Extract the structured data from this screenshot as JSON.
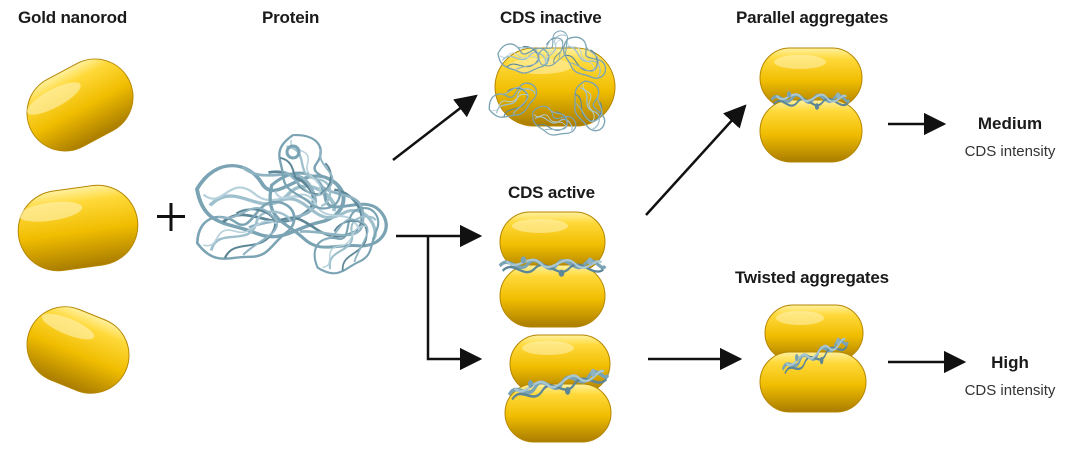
{
  "labels": {
    "gold_nanorod": "Gold nanorod",
    "protein": "Protein",
    "cds_inactive": "CDS inactive",
    "cds_active": "CDS active",
    "parallel_aggregates": "Parallel aggregates",
    "twisted_aggregates": "Twisted aggregates",
    "plus": "+"
  },
  "outputs": {
    "medium": {
      "level": "Medium",
      "caption": "CDS intensity"
    },
    "high": {
      "level": "High",
      "caption": "CDS intensity"
    }
  },
  "colors": {
    "gold_light": "#ffe45c",
    "gold_mid": "#f2c200",
    "gold_dark": "#b88a00",
    "protein": "#8fb3c2",
    "protein_dark": "#5d8797",
    "arrow": "#111111"
  }
}
